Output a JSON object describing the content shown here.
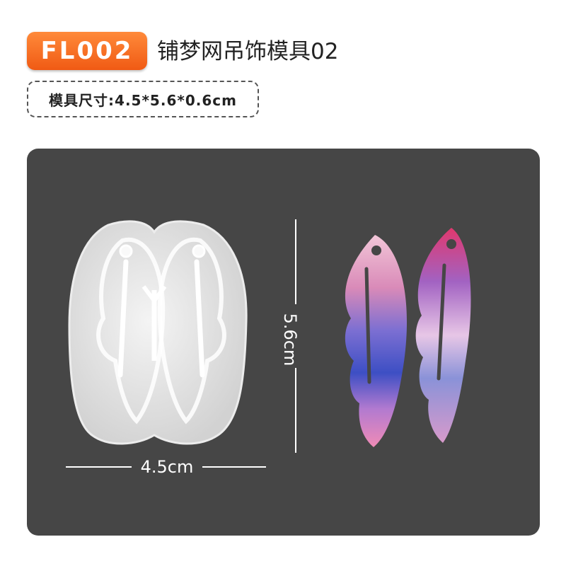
{
  "header": {
    "code": "FL002",
    "title": "铺梦网吊饰模具02"
  },
  "spec": {
    "size_text": "模具尺寸:4.5*5.6*0.6cm"
  },
  "photo": {
    "width_label": "4.5cm",
    "height_label": "5.6cm"
  },
  "colors": {
    "badge": "#f36c1f",
    "panel": "#464646"
  }
}
